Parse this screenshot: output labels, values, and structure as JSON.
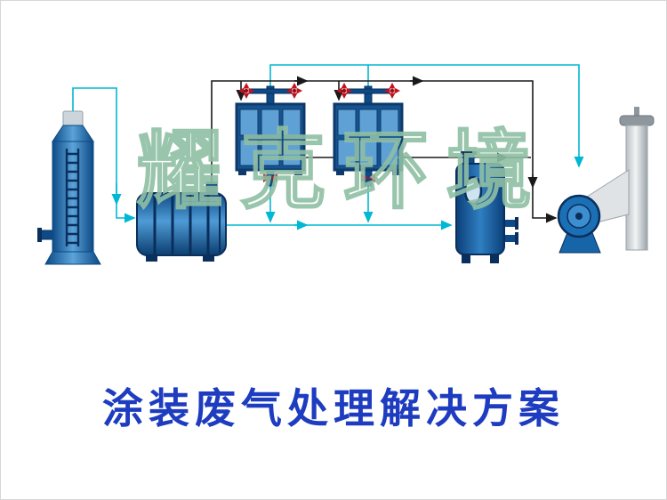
{
  "diagram": {
    "title": "涂装废气处理解决方案",
    "watermark": "耀克环境",
    "equipment_icons": [
      "spray-scrubber-tower",
      "filter-box",
      "activated-carbon-adsorber-1",
      "activated-carbon-adsorber-2",
      "buffer-tank",
      "centrifugal-fan",
      "exhaust-chimney"
    ],
    "colors": {
      "flow_line_cyan": "#00b8d4",
      "flow_line_black": "#1a1a1a",
      "equipment_blue": "#1b6fb5",
      "equipment_blue_dark": "#0a2f5c",
      "valve_red": "#c1121f",
      "chimney_gray": "#c9ced2",
      "title_blue": "#1e3cc0",
      "watermark_green": "#8fbfa4"
    }
  }
}
